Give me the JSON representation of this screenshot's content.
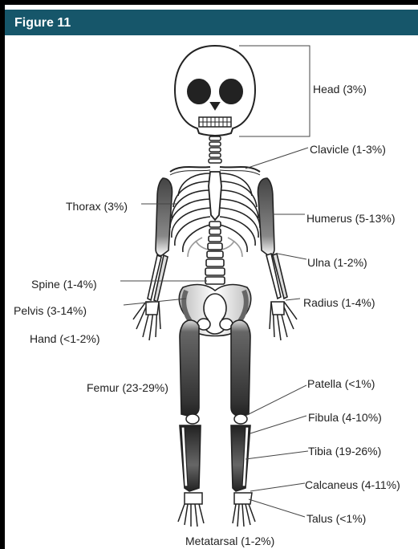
{
  "figure_title": "Figure 11",
  "labels": {
    "head": "Head (3%)",
    "clavicle": "Clavicle (1-3%)",
    "thorax": "Thorax (3%)",
    "humerus": "Humerus (5-13%)",
    "ulna": "Ulna (1-2%)",
    "spine": "Spine (1-4%)",
    "radius": "Radius (1-4%)",
    "pelvis": "Pelvis (3-14%)",
    "hand": "Hand (<1-2%)",
    "femur": "Femur (23-29%)",
    "patella": "Patella (<1%)",
    "fibula": "Fibula (4-10%)",
    "tibia": "Tibia (19-26%)",
    "calcaneus": "Calcaneus (4-11%)",
    "talus": "Talus (<1%)",
    "metatarsal": "Metatarsal (1-2%)"
  },
  "colors": {
    "header": "#16566a",
    "frame": "#000000",
    "bone_dark": "#3a3a3a",
    "bone_light": "#ffffff"
  }
}
